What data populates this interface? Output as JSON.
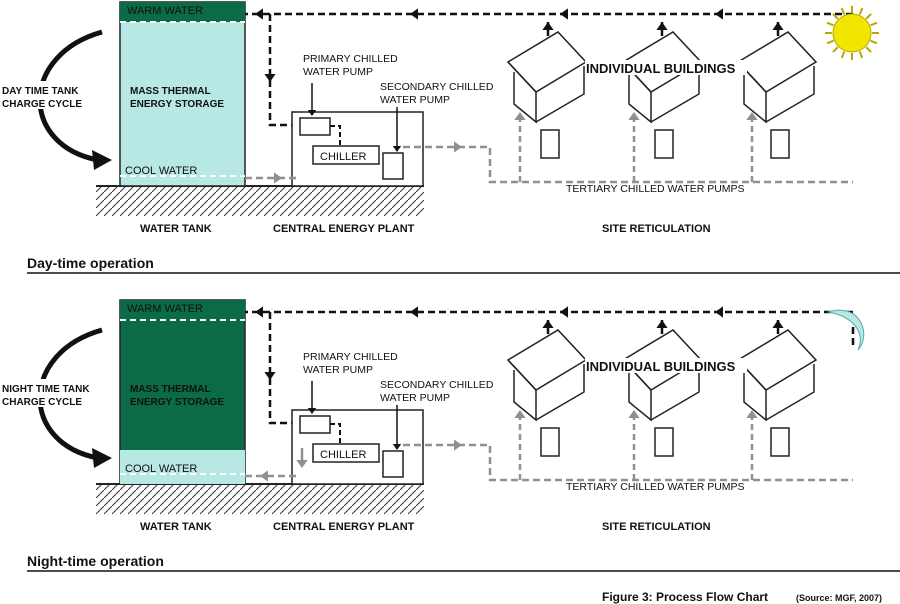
{
  "panels": [
    {
      "id": "day",
      "caption": "Day-time operation",
      "cycle_label": [
        "DAY TIME TANK",
        "CHARGE CYCLE"
      ],
      "tank_top_label": "WARM WATER",
      "tank_mid_label": [
        "MASS THERMAL",
        "ENERGY STORAGE"
      ],
      "tank_bottom_label": "COOL WATER",
      "primary_pump_label": [
        "PRIMARY CHILLED",
        "WATER PUMP"
      ],
      "secondary_pump_label": [
        "SECONDARY CHILLED",
        "WATER PUMP"
      ],
      "chiller_label": "CHILLER",
      "buildings_label": "INDIVIDUAL BUILDINGS",
      "tertiary_label": "TERTIARY CHILLED WATER PUMPS",
      "section_labels": [
        "WATER TANK",
        "CENTRAL ENERGY PLANT",
        "SITE RETICULATION"
      ],
      "tank_fill": "light",
      "sky_icon": "sun"
    },
    {
      "id": "night",
      "caption": "Night-time operation",
      "cycle_label": [
        "NIGHT TIME TANK",
        "CHARGE CYCLE"
      ],
      "tank_top_label": "WARM WATER",
      "tank_mid_label": [
        "MASS THERMAL",
        "ENERGY STORAGE"
      ],
      "tank_bottom_label": "COOL WATER",
      "primary_pump_label": [
        "PRIMARY CHILLED",
        "WATER PUMP"
      ],
      "secondary_pump_label": [
        "SECONDARY CHILLED",
        "WATER PUMP"
      ],
      "chiller_label": "CHILLER",
      "buildings_label": "INDIVIDUAL BUILDINGS",
      "tertiary_label": "TERTIARY CHILLED WATER PUMPS",
      "section_labels": [
        "WATER TANK",
        "CENTRAL ENERGY PLANT",
        "SITE RETICULATION"
      ],
      "tank_fill": "dark",
      "sky_icon": "moon"
    }
  ],
  "figure_caption": "Figure 3:  Process Flow Chart",
  "figure_source": "(Source: MGF, 2007)",
  "colors": {
    "tank_light": "#b8e8e4",
    "tank_dark": "#0a6b46",
    "warm_band": "#0a6b46",
    "cool_band_night": "#b8e8e4",
    "sun": "#f2e600",
    "sun_outline": "#b8a800",
    "moon": "#b8e8e4",
    "warm_line": "#111111",
    "cool_line": "#909090"
  }
}
